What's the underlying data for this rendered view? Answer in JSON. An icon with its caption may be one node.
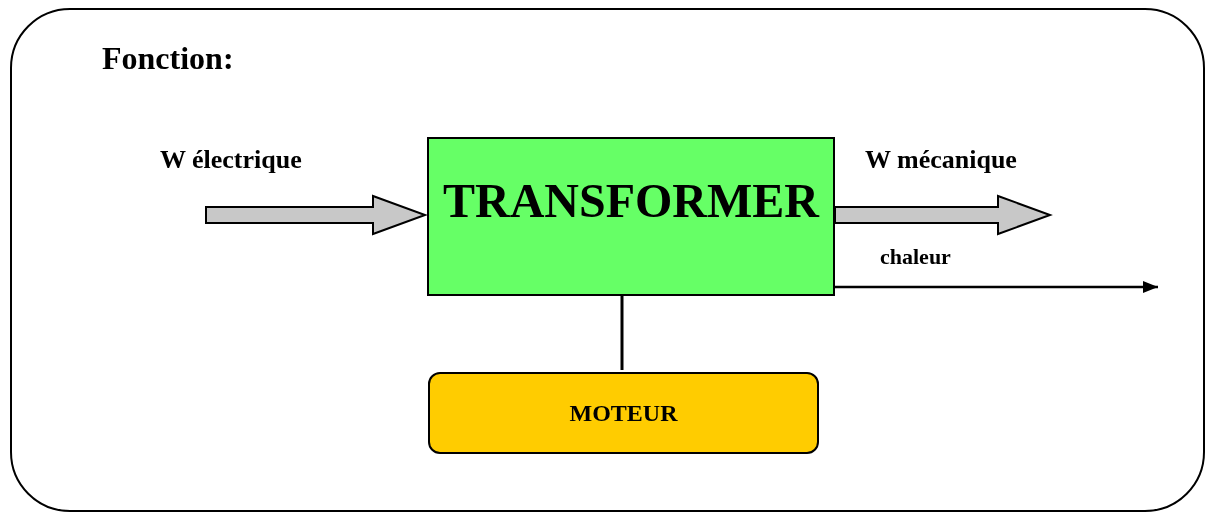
{
  "diagram": {
    "nodes": [
      {
        "text": [
          "Fonction:"
        ]
      },
      {
        "text": [
          "TRANSFORMER"
        ],
        "in": 0
      },
      {
        "text": [
          "MOTEUR"
        ],
        "in": 0
      }
    ],
    "edges": [
      {
        "from": null,
        "to": 1,
        "arrow": "to",
        "label": "W électrique",
        "style": "thick"
      },
      {
        "from": 1,
        "to": null,
        "arrow": "to",
        "label": "W mécanique",
        "style": "thick"
      },
      {
        "from": 1,
        "to": null,
        "arrow": "to",
        "label": "chaleur"
      },
      {
        "from": 1,
        "to": 2,
        "arrow": "none"
      }
    ]
  }
}
